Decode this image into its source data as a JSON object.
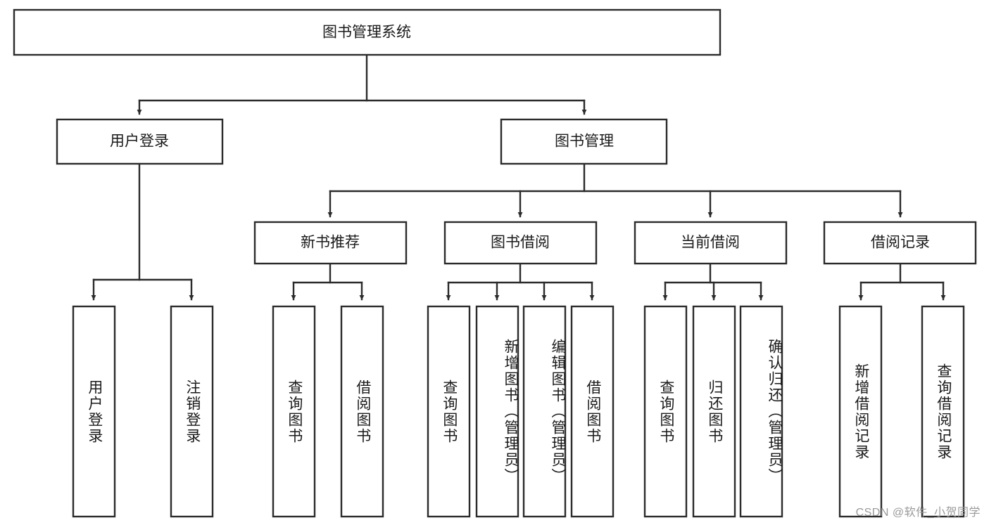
{
  "diagram": {
    "title_node": {
      "label": "图书管理系统"
    },
    "level2": [
      {
        "id": "user-login",
        "label": "用户登录"
      },
      {
        "id": "book-management",
        "label": "图书管理"
      }
    ],
    "level3": [
      {
        "id": "new-book-recommend",
        "label": "新书推荐"
      },
      {
        "id": "book-borrow",
        "label": "图书借阅"
      },
      {
        "id": "current-borrow",
        "label": "当前借阅"
      },
      {
        "id": "borrow-record",
        "label": "借阅记录"
      }
    ],
    "leaves": [
      {
        "id": "leaf-user-login",
        "parent": "user-login",
        "label": "用户登录"
      },
      {
        "id": "leaf-logout-login",
        "parent": "user-login",
        "label": "注销登录"
      },
      {
        "id": "leaf-query-book-1",
        "parent": "new-book-recommend",
        "label": "查询图书"
      },
      {
        "id": "leaf-borrow-book-1",
        "parent": "new-book-recommend",
        "label": "借阅图书"
      },
      {
        "id": "leaf-query-book-2",
        "parent": "book-borrow",
        "label": "查询图书"
      },
      {
        "id": "leaf-add-book-admin",
        "parent": "book-borrow",
        "label": "新增图书（管理员）"
      },
      {
        "id": "leaf-edit-book-admin",
        "parent": "book-borrow",
        "label": "编辑图书（管理员）"
      },
      {
        "id": "leaf-borrow-book-2",
        "parent": "book-borrow",
        "label": "借阅图书"
      },
      {
        "id": "leaf-query-book-3",
        "parent": "current-borrow",
        "label": "查询图书"
      },
      {
        "id": "leaf-return-book",
        "parent": "current-borrow",
        "label": "归还图书"
      },
      {
        "id": "leaf-confirm-return-admin",
        "parent": "current-borrow",
        "label": "确认归还（管理员）"
      },
      {
        "id": "leaf-add-borrow-record",
        "parent": "borrow-record",
        "label": "新增借阅记录"
      },
      {
        "id": "leaf-query-borrow-record",
        "parent": "borrow-record",
        "label": "查询借阅记录"
      }
    ],
    "watermark": "CSDN @软件_小贺同学",
    "colors": {
      "stroke": "#2b2b2b",
      "fill": "#ffffff",
      "text": "#1a1a1a",
      "watermark": "#9a9a9a",
      "background": "#ffffff"
    }
  }
}
